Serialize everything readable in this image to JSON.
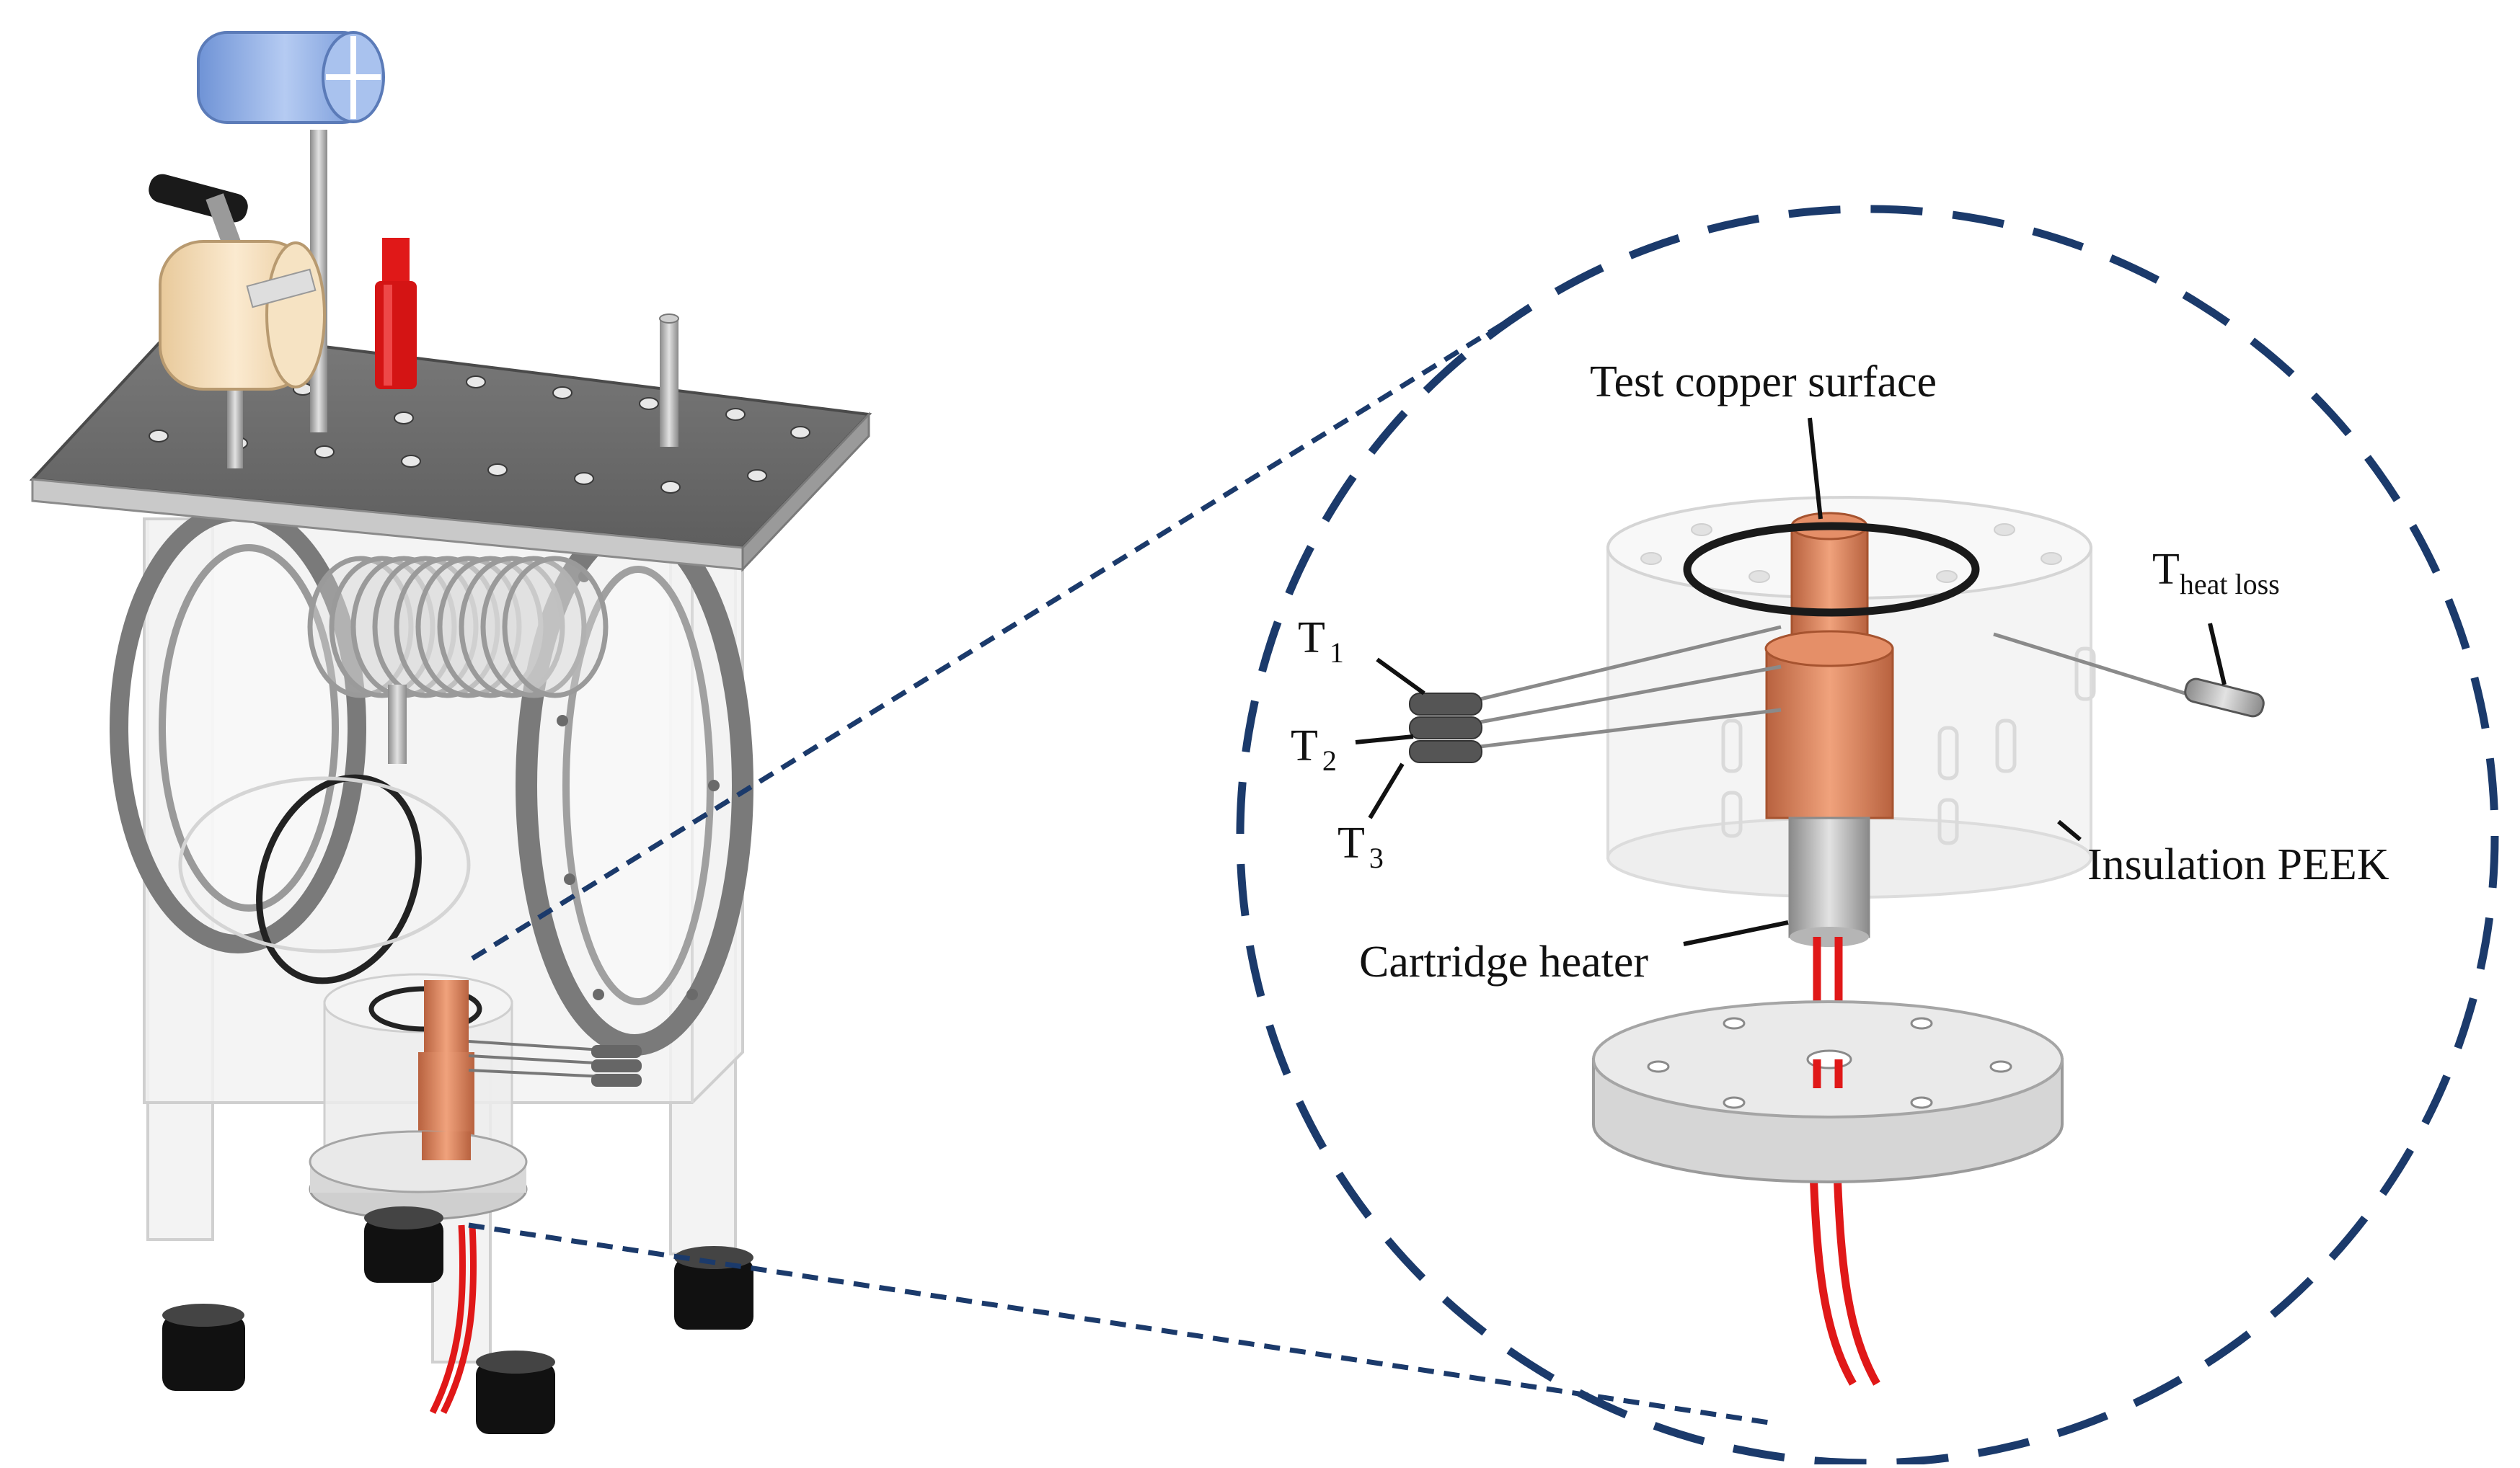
{
  "labels": {
    "test_copper_surface": "Test copper surface",
    "heat_loss_main": "T",
    "heat_loss_sub": "heat loss",
    "t1_main": "T",
    "t1_sub": "1",
    "t2_main": "T",
    "t2_sub": "2",
    "t3_main": "T",
    "t3_sub": "3",
    "insulation": "Insulation PEEK",
    "cartridge_heater": "Cartridge heater"
  },
  "colors": {
    "dashed_outline": "#1b3a6b",
    "copper": "#d9825e",
    "copper_dark": "#b8623f",
    "heater_wire": "#e01818",
    "top_plate": "#6e6e6e",
    "knob_blue": "#8fb0e8",
    "knob_cream": "#f3dcb4",
    "feet": "#111111"
  }
}
